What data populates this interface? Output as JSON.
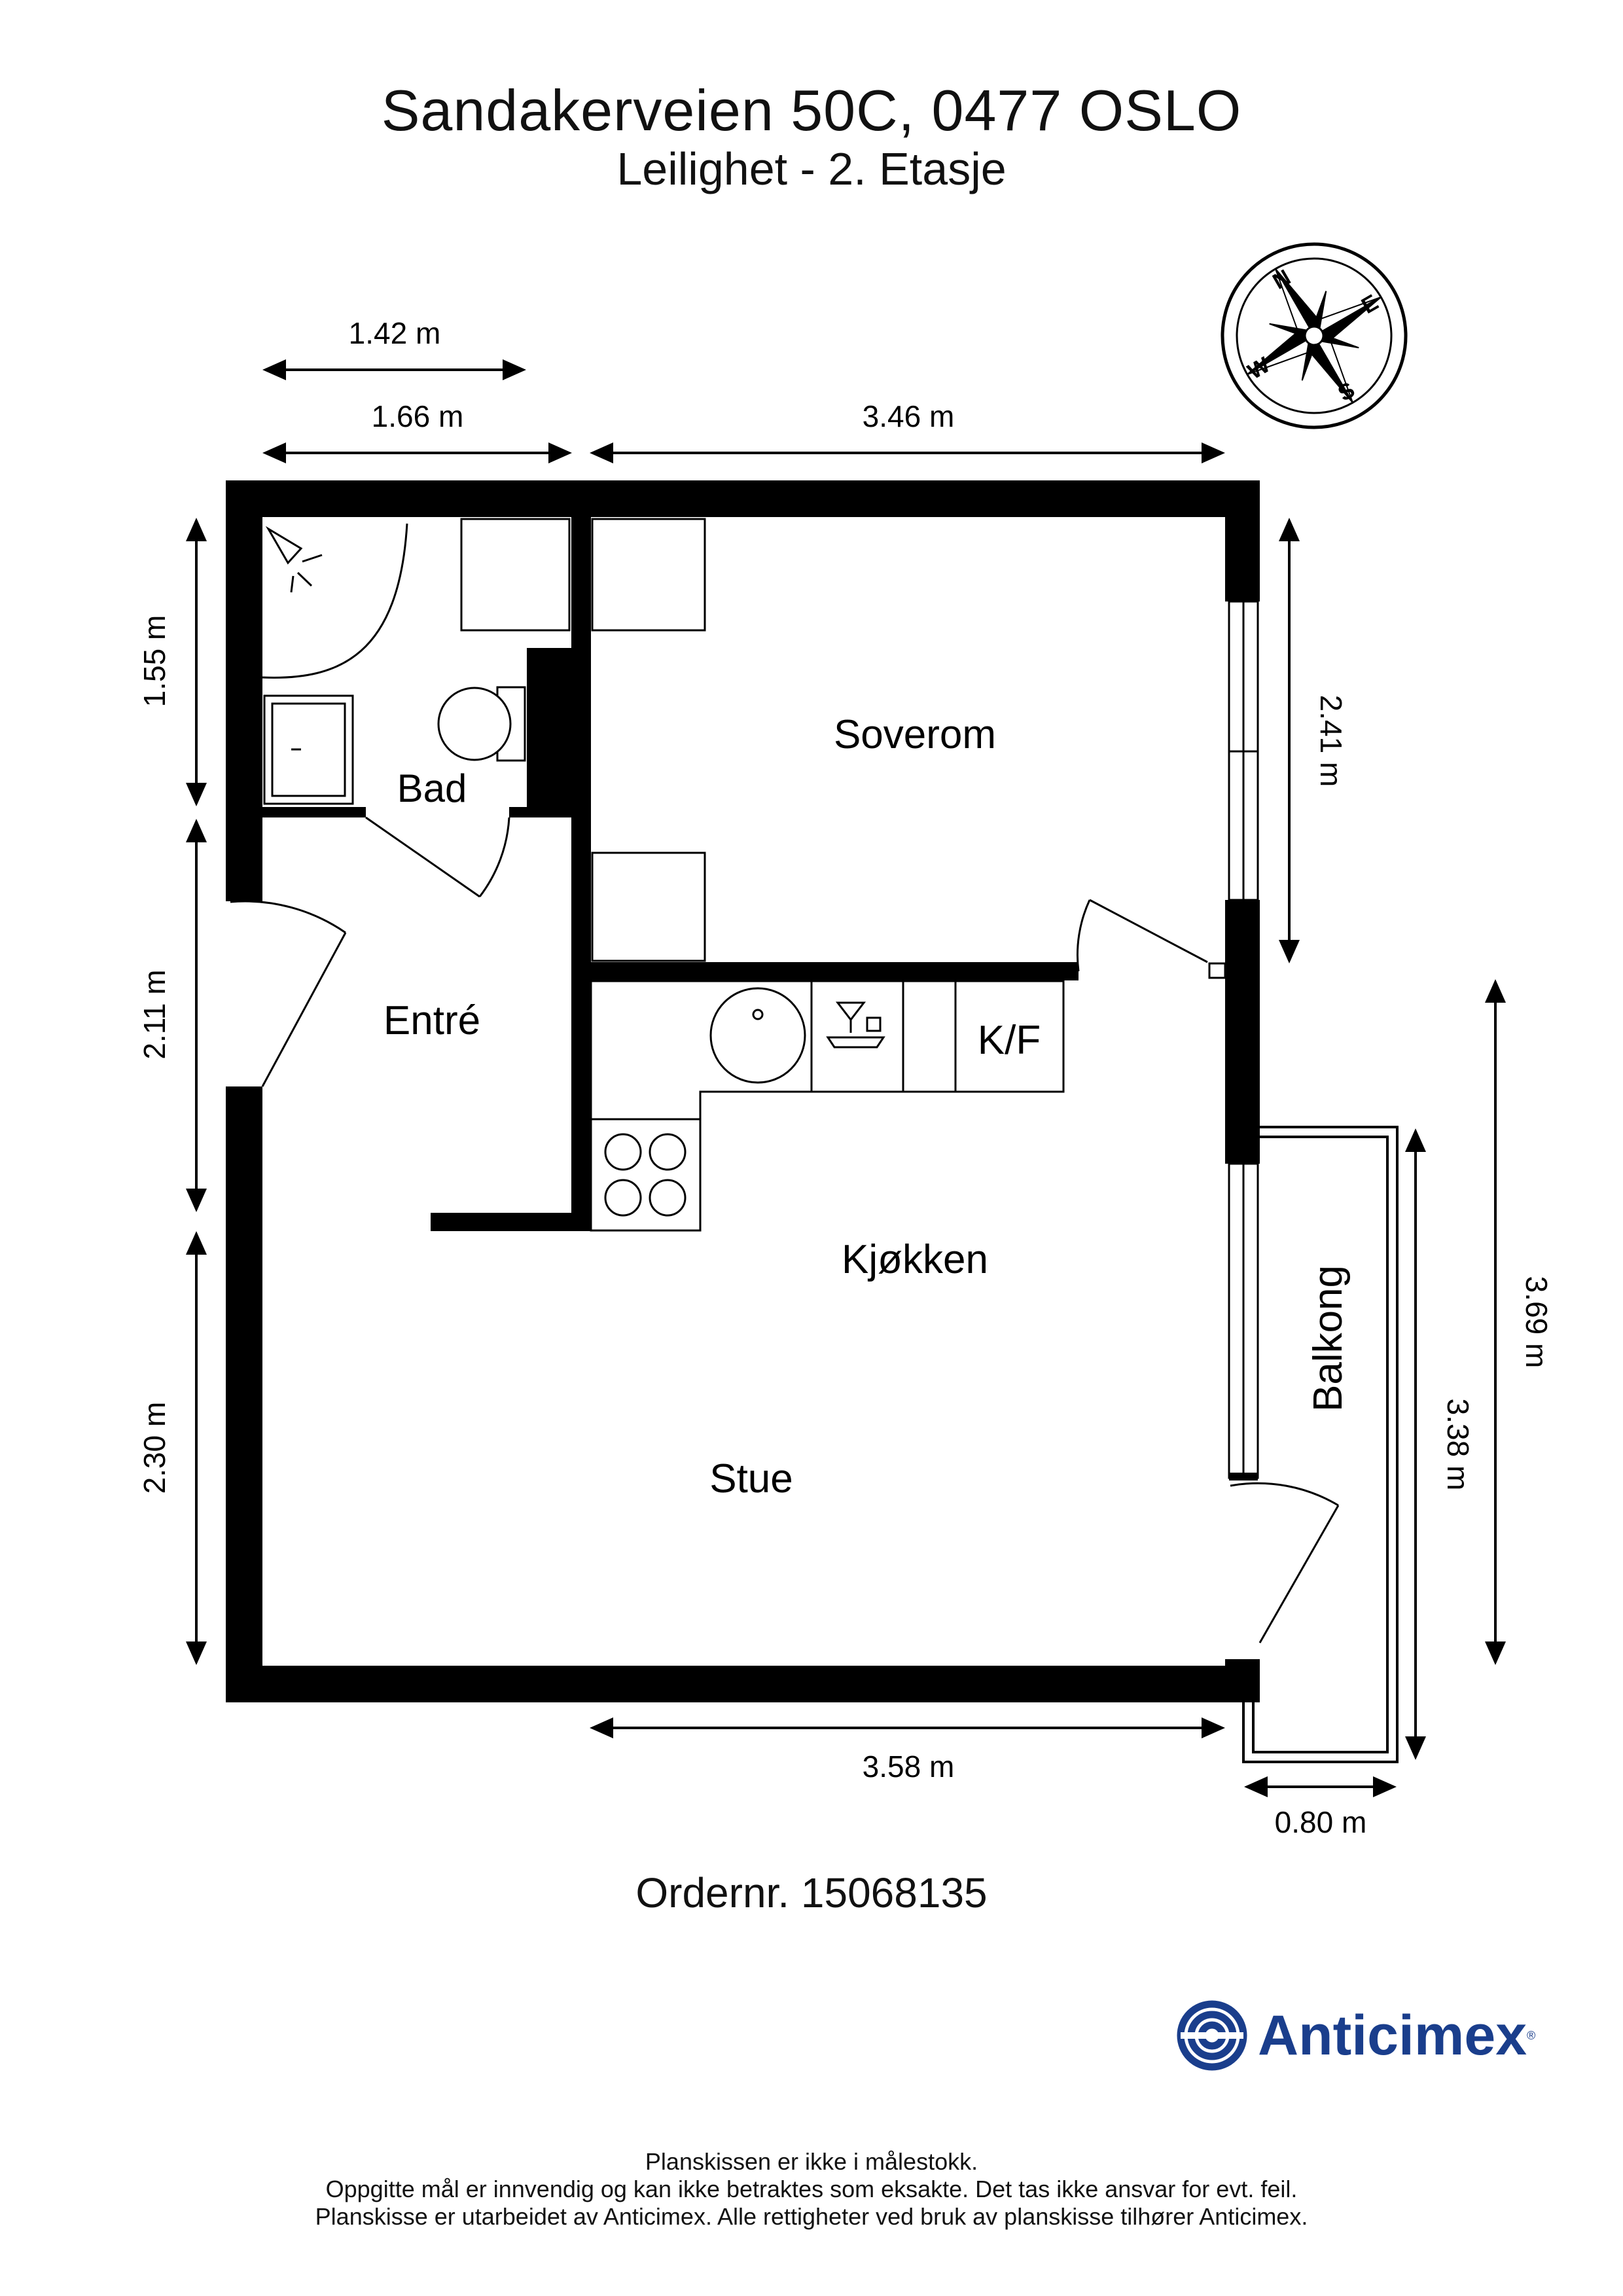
{
  "header": {
    "address": "Sandakerveien 50C, 0477 OSLO",
    "unit": "Leilighet - 2. Etasje"
  },
  "rooms": {
    "bad": "Bad",
    "soverom": "Soverom",
    "entre": "Entré",
    "kjokken": "Kjøkken",
    "stue": "Stue",
    "balkong": "Balkong",
    "kf": "K/F"
  },
  "dimensions": {
    "top_small": "1.42 m",
    "top_left": "1.66 m",
    "top_right": "3.46 m",
    "left_1": "1.55 m",
    "left_2": "2.11 m",
    "left_3": "2.30 m",
    "right_soverom": "2.41 m",
    "right_balkong": "3.38 m",
    "right_outer": "3.69 m",
    "bottom": "3.58 m",
    "balkong_width": "0.80 m"
  },
  "compass": {
    "n": "N",
    "e": "E",
    "s": "S",
    "w": "W"
  },
  "order": "Ordernr. 15068135",
  "logo": {
    "name": "Anticimex",
    "reg": "®",
    "color": "#1a3e8c"
  },
  "footer": {
    "line1": "Planskissen er ikke i målestokk.",
    "line2": "Oppgitte mål er innvendig og kan ikke betraktes som eksakte. Det tas ikke ansvar for evt. feil.",
    "line3": "Planskisse er utarbeidet av Anticimex. Alle rettigheter ved bruk av planskisse tilhører Anticimex."
  }
}
